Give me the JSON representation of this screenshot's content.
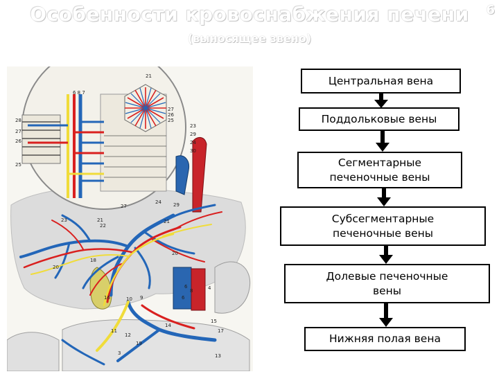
{
  "slide": {
    "title": "Особенности кровоснабжения печени",
    "subtitle": "(выносящее звено)",
    "number": "6"
  },
  "flow": {
    "steps": [
      "Центральная вена",
      "Поддольковые вены",
      "Сегментарные\nпеченочные вены",
      "Субсегментарные\nпеченочные вены",
      "Долевые печеночные\nвены",
      "Нижняя полая вена"
    ]
  },
  "illustration": {
    "icon": "liver-vascular-anatomy-illustration",
    "labels": [
      "21",
      "6",
      "8",
      "7",
      "27",
      "26",
      "25",
      "28",
      "23",
      "29",
      "24",
      "30",
      "21",
      "27",
      "24",
      "21",
      "23",
      "22",
      "20",
      "18",
      "20",
      "16",
      "10",
      "9",
      "11",
      "12",
      "14",
      "15",
      "17",
      "13",
      "8",
      "6",
      "4",
      "3",
      "19",
      "29"
    ],
    "colors": {
      "artery": "#d9201f",
      "vein": "#2366b8",
      "bile": "#f0dc3a",
      "liver": "#dcdcdc"
    }
  }
}
